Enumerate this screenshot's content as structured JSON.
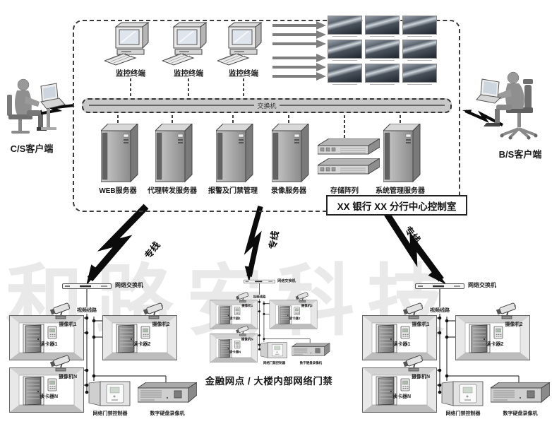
{
  "watermark": "和路安科技",
  "top": {
    "terminals": [
      "监控终端",
      "监控终端",
      "监控终端"
    ],
    "bus_label": "交换机",
    "servers": [
      "WEB服务器",
      "代理转发服务器",
      "报警及门禁管理",
      "录像服务器",
      "存储阵列",
      "系统管理服务器"
    ],
    "control_room": "XX 银行 XX 分行中心控制室"
  },
  "clients": {
    "cs": "C/S客户端",
    "bs": "B/S客户端"
  },
  "links": {
    "leased_line": "专线"
  },
  "branch": {
    "switch": "网络交换机",
    "video_line": "视频线路",
    "cameras": [
      "摄像机1",
      "摄像机2",
      "摄像机N"
    ],
    "readers": [
      "读卡器1",
      "读卡器2",
      "读卡器N"
    ],
    "controller": "网络门禁控制器",
    "dvr": "数字硬盘录像机"
  },
  "caption": "金融网点 / 大楼内部网络门禁",
  "colors": {
    "bolt": "#0b0b0b",
    "bus_fill": "#c8c8c8",
    "watermark": "#e9e9e9"
  }
}
